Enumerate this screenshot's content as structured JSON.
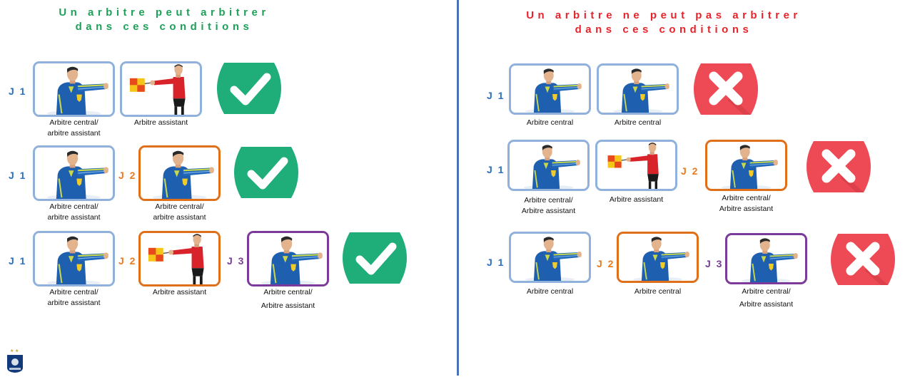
{
  "left": {
    "title_line1": "Un arbitre peut arbitrer",
    "title_line2": "dans ces conditions",
    "row1": {
      "j1": "J 1",
      "cap1a": "Arbitre central/",
      "cap1b": "arbitre assistant",
      "cap2": "Arbitre assistant"
    },
    "row2": {
      "j1": "J 1",
      "j2": "J 2",
      "cap1a": "Arbitre central/",
      "cap1b": "arbitre assistant",
      "cap2a": "Arbitre central/",
      "cap2b": "arbitre assistant"
    },
    "row3": {
      "j1": "J 1",
      "j2": "J 2",
      "j3": "J 3",
      "cap1a": "Arbitre central/",
      "cap1b": "arbitre assistant",
      "cap2": "Arbitre assistant",
      "cap3a": "Arbitre central/",
      "cap3b": "Arbitre assistant"
    }
  },
  "right": {
    "title_line1": "Un arbitre ne peut pas arbitrer",
    "title_line2": "dans ces conditions",
    "row1": {
      "j1": "J 1",
      "cap1": "Arbitre central",
      "cap2": "Arbitre central"
    },
    "row2": {
      "j1": "J 1",
      "j2": "J 2",
      "cap1a": "Arbitre central/",
      "cap1b": "Arbitre assistant",
      "cap2": "Arbitre assistant",
      "cap3a": "Arbitre central/",
      "cap3b": "Arbitre assistant"
    },
    "row3": {
      "j1": "J 1",
      "j2": "J 2",
      "j3": "J 3",
      "cap1": "Arbitre central",
      "cap2": "Arbitre central",
      "cap3a": "Arbitre central/",
      "cap3b": "Arbitre assistant"
    }
  },
  "colors": {
    "ok": "#1fae7a",
    "no": "#ee4a55",
    "j1": "#2a6fc0",
    "j2": "#ea7a1f",
    "j3": "#7a3c98"
  },
  "icons": {
    "ok": "check-icon",
    "no": "cross-icon",
    "referee": "referee-central-icon",
    "assistant": "referee-assistant-flag-icon",
    "logo": "fff-logo-icon"
  }
}
